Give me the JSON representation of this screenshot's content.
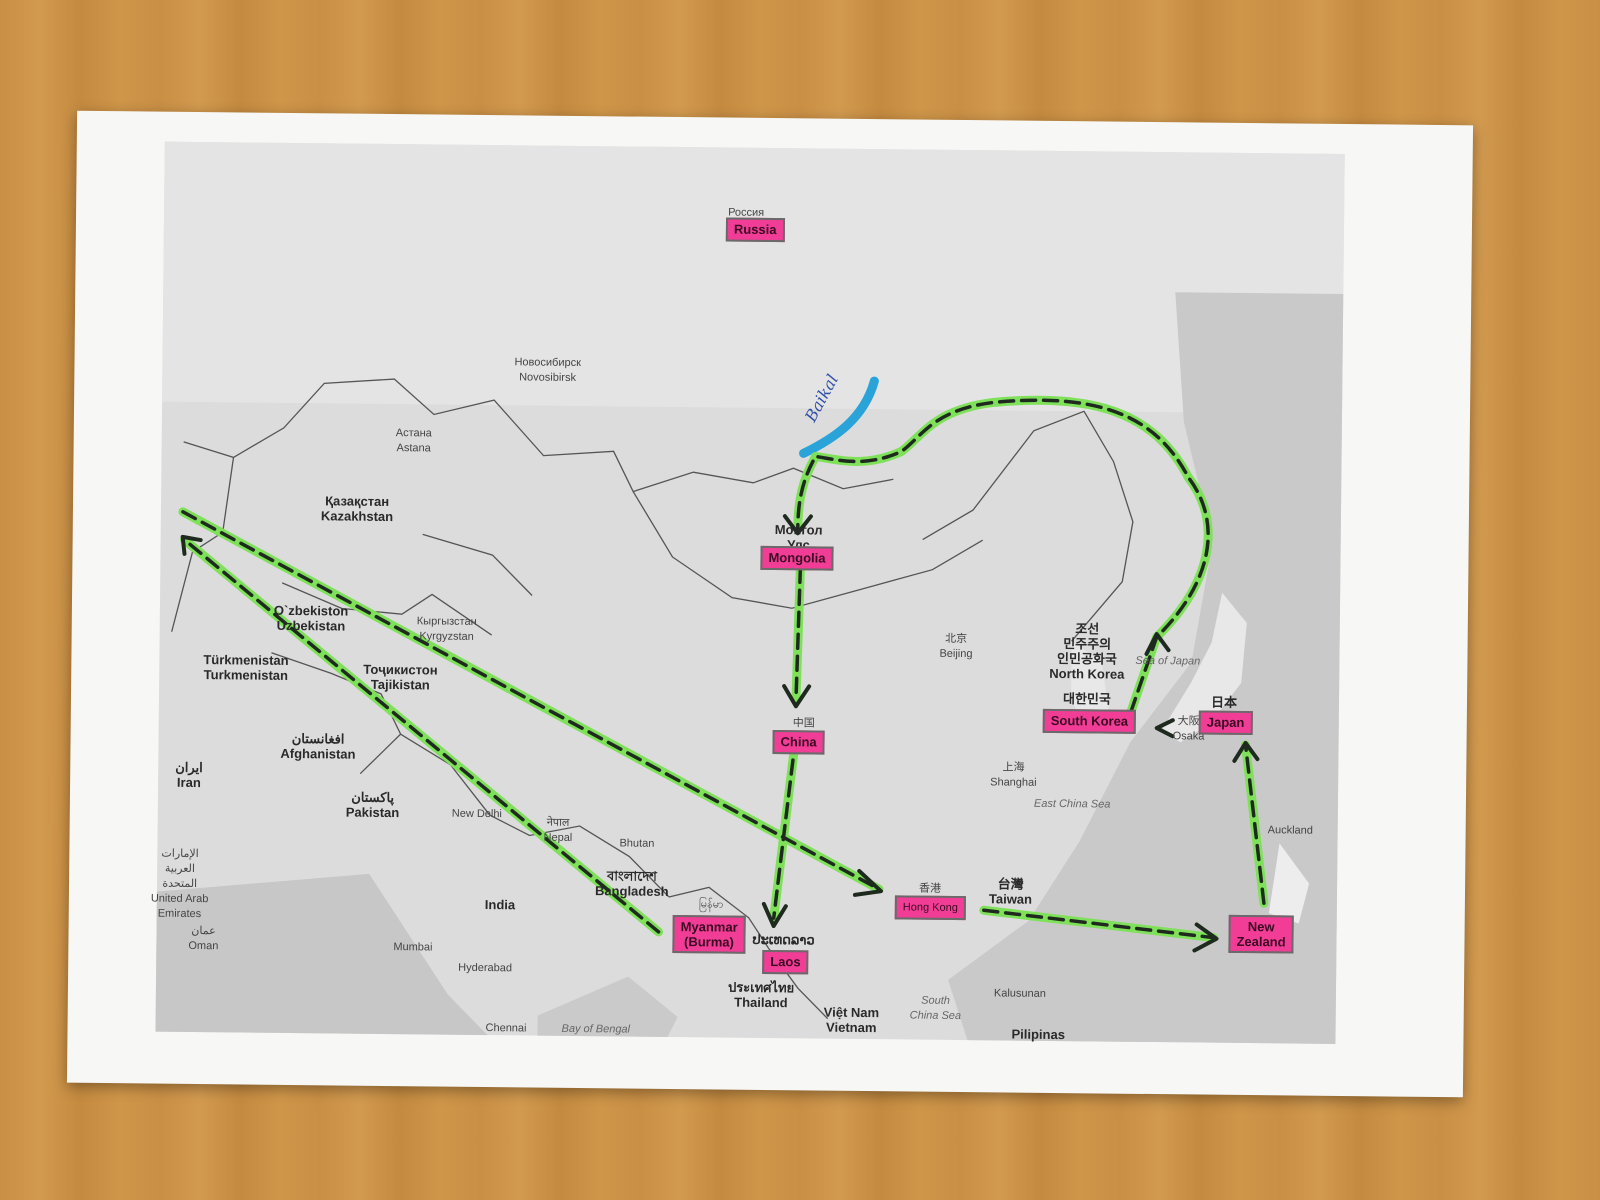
{
  "visited": {
    "russia": "Russia",
    "mongolia": "Mongolia",
    "china": "China",
    "myanmar_1": "Myanmar",
    "myanmar_2": "(Burma)",
    "laos": "Laos",
    "hong_kong": "Hong Kong",
    "new_zealand_1": "New",
    "new_zealand_2": "Zealand",
    "japan": "Japan",
    "south_korea": "South Korea"
  },
  "labels": {
    "russia_native": "Россия",
    "novosibirsk_1": "Новосибирск",
    "novosibirsk_2": "Novosibirsk",
    "astana_1": "Астана",
    "astana_2": "Astana",
    "kazakhstan_1": "Қазақстан",
    "kazakhstan_2": "Kazakhstan",
    "uzbekistan_1": "O`zbekiston",
    "uzbekistan_2": "Uzbekistan",
    "kyrgyzstan_1": "Кыргызстан",
    "kyrgyzstan_2": "Kyrgyzstan",
    "turkmenistan_1": "Türkmenistan",
    "turkmenistan_2": "Turkmenistan",
    "tajikistan_1": "Тоҷикистон",
    "tajikistan_2": "Tajikistan",
    "afghanistan_1": "افغانستان",
    "afghanistan_2": "Afghanistan",
    "iran_1": "ایران",
    "iran_2": "Iran",
    "pakistan_1": "پاکستان",
    "pakistan_2": "Pakistan",
    "uae_1": "الإمارات",
    "uae_2": "العربية",
    "uae_3": "المتحدة",
    "uae_4": "United Arab",
    "uae_5": "Emirates",
    "oman_1": "عمان",
    "oman_2": "Oman",
    "new_delhi": "New Delhi",
    "nepal": "नेपाल",
    "nepal_en": "Nepal",
    "bhutan": "Bhutan",
    "bangladesh_1": "বাংলাদেশ",
    "bangladesh_2": "Bangladesh",
    "india": "India",
    "mumbai": "Mumbai",
    "hyderabad": "Hyderabad",
    "chennai": "Chennai",
    "bay_of_bengal": "Bay of Bengal",
    "myanmar_native": "မြန်မာ",
    "laos_native": "ປະເທດລາວ",
    "thailand_1": "ประเทศไทย",
    "thailand_2": "Thailand",
    "vietnam_1": "Việt Nam",
    "vietnam_2": "Vietnam",
    "mongolia_1": "Монгол",
    "mongolia_2": "Улс",
    "china_native": "中国",
    "beijing_1": "北京",
    "beijing_2": "Beijing",
    "shanghai_1": "上海",
    "shanghai_2": "Shanghai",
    "east_china_sea": "East China Sea",
    "hong_kong_native": "香港",
    "taiwan_1": "台灣",
    "taiwan_2": "Taiwan",
    "south_china_sea_1": "South",
    "south_china_sea_2": "China Sea",
    "kalusunan": "Kalusunan",
    "pilipinas": "Pilipinas",
    "nk_1": "조선",
    "nk_2": "민주주의",
    "nk_3": "인민공화국",
    "nk_4": "North Korea",
    "sk_native": "대한민국",
    "sea_of_japan": "Sea of Japan",
    "japan_native": "日本",
    "osaka_1": "大阪",
    "osaka_2": "Osaka",
    "auckland": "Auckland",
    "baikal": "Baikal"
  },
  "colors": {
    "route_green": "#7fe05a",
    "route_dash": "#1f2a1f",
    "highlighter_pink": "#f23d97",
    "baikal_blue": "#2aa3d8"
  }
}
